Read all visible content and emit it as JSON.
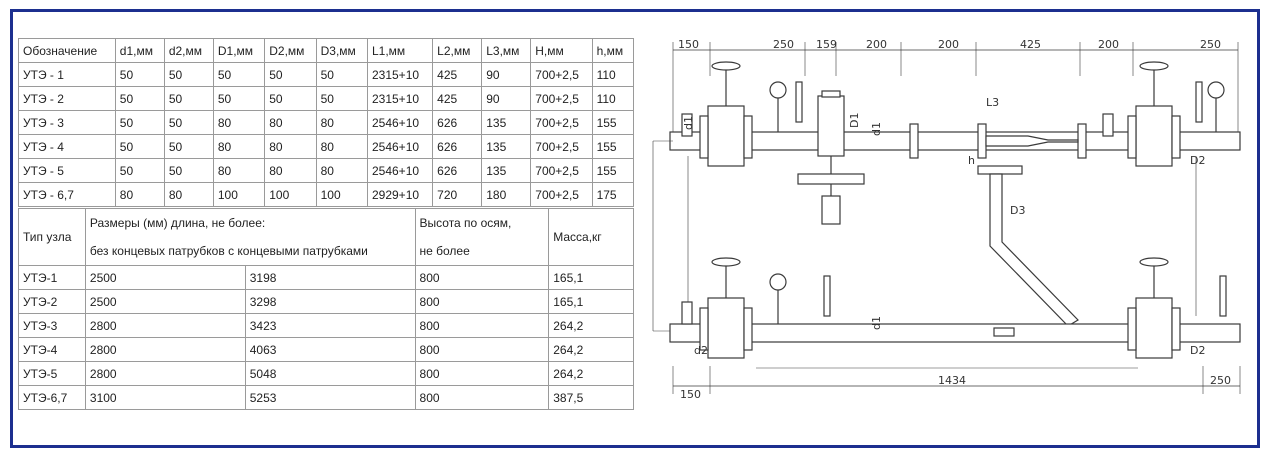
{
  "table1": {
    "headers": [
      "Обозначение",
      "d1,мм",
      "d2,мм",
      "D1,мм",
      "D2,мм",
      "D3,мм",
      "L1,мм",
      "L2,мм",
      "L3,мм",
      "H,мм",
      "h,мм"
    ],
    "rows": [
      [
        "УТЭ - 1",
        "50",
        "50",
        "50",
        "50",
        "50",
        "2315+10",
        "425",
        "90",
        "700+2,5",
        "110"
      ],
      [
        "УТЭ - 2",
        "50",
        "50",
        "50",
        "50",
        "50",
        "2315+10",
        "425",
        "90",
        "700+2,5",
        "110"
      ],
      [
        "УТЭ - 3",
        "50",
        "50",
        "80",
        "80",
        "80",
        "2546+10",
        "626",
        "135",
        "700+2,5",
        "155"
      ],
      [
        "УТЭ - 4",
        "50",
        "50",
        "80",
        "80",
        "80",
        "2546+10",
        "626",
        "135",
        "700+2,5",
        "155"
      ],
      [
        "УТЭ - 5",
        "50",
        "50",
        "80",
        "80",
        "80",
        "2546+10",
        "626",
        "135",
        "700+2,5",
        "155"
      ],
      [
        "УТЭ - 6,7",
        "80",
        "80",
        "100",
        "100",
        "100",
        "2929+10",
        "720",
        "180",
        "700+2,5",
        "175"
      ]
    ]
  },
  "table2": {
    "col_type": "Тип узла",
    "col_sizes": "Размеры (мм) длина, не более:",
    "col_without": "без концевых патрубков",
    "col_with": "с концевыми патрубками",
    "col_height_top": "Высота по осям,",
    "col_height_bottom": "не более",
    "col_mass": "Масса,кг",
    "rows": [
      [
        "УТЭ-1",
        "2500",
        "3198",
        "800",
        "165,1"
      ],
      [
        "УТЭ-2",
        "2500",
        "3298",
        "800",
        "165,1"
      ],
      [
        "УТЭ-3",
        "2800",
        "3423",
        "800",
        "264,2"
      ],
      [
        "УТЭ-4",
        "2800",
        "4063",
        "800",
        "264,2"
      ],
      [
        "УТЭ-5",
        "2800",
        "5048",
        "800",
        "264,2"
      ],
      [
        "УТЭ-6,7",
        "3100",
        "5253",
        "800",
        "387,5"
      ]
    ]
  },
  "drawing": {
    "top_dims": [
      "150",
      "250",
      "159",
      "200",
      "200",
      "425",
      "200",
      "250"
    ],
    "bottom_dims": [
      "150",
      "1434",
      "250"
    ],
    "labels": [
      "d1",
      "D1",
      "d1",
      "L3",
      "h",
      "D3",
      "D2",
      "d1",
      "D2",
      "d2"
    ]
  }
}
